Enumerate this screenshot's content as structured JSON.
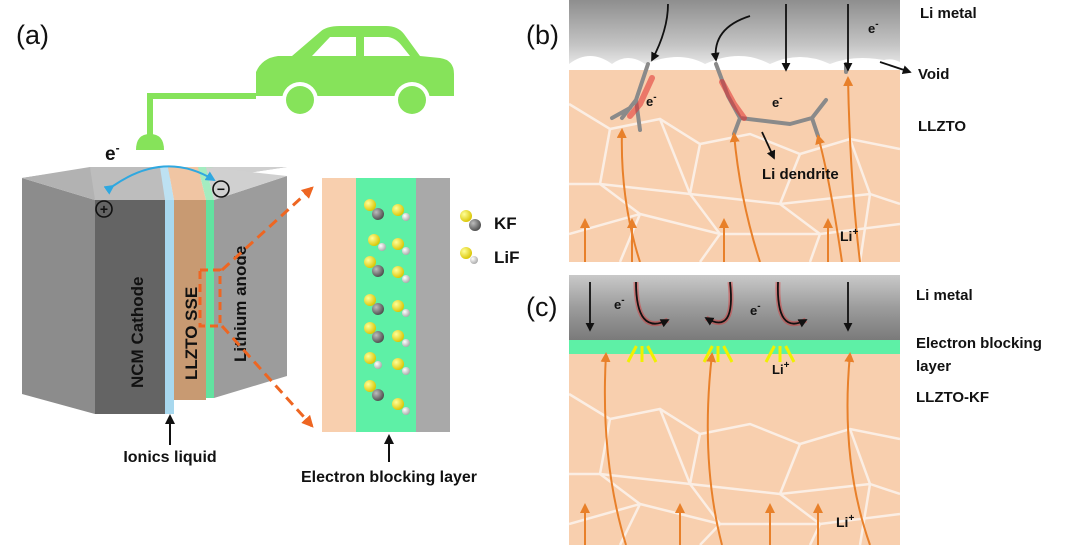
{
  "panels": {
    "a": "(a)",
    "b": "(b)",
    "c": "(c)"
  },
  "panel_a": {
    "electron": "e",
    "electron_sup": "-",
    "plus_sign": "+",
    "minus_sign": "−",
    "cathode": "NCM Cathode",
    "sse": "LLZTO SSE",
    "anode": "Lithium anode",
    "ionic_liquid": "Ionics liquid",
    "legend_kf": "KF",
    "legend_lif": "LiF",
    "blocking_layer": "Electron blocking layer"
  },
  "panel_b": {
    "li_metal": "Li metal",
    "void": "Void",
    "llzto": "LLZTO",
    "dendrite": "Li dendrite",
    "electron": "e",
    "electron_sup": "-",
    "li_ion": "Li",
    "li_ion_sup": "+"
  },
  "panel_c": {
    "li_metal": "Li metal",
    "blocking_layer_1": "Electron blocking",
    "blocking_layer_2": "layer",
    "llzto_kf": "LLZTO-KF",
    "electron": "e",
    "electron_sup": "-",
    "li_ion": "Li",
    "li_ion_sup": "+"
  },
  "colors": {
    "electrolyte": "#f8cfae",
    "blocking": "#5ef0a6",
    "metal": "#a9a9a9",
    "car": "#86e35a",
    "ion_arrow": "#e8802a",
    "dashed": "#ee6622",
    "dendrite": "#8a8a8a"
  }
}
